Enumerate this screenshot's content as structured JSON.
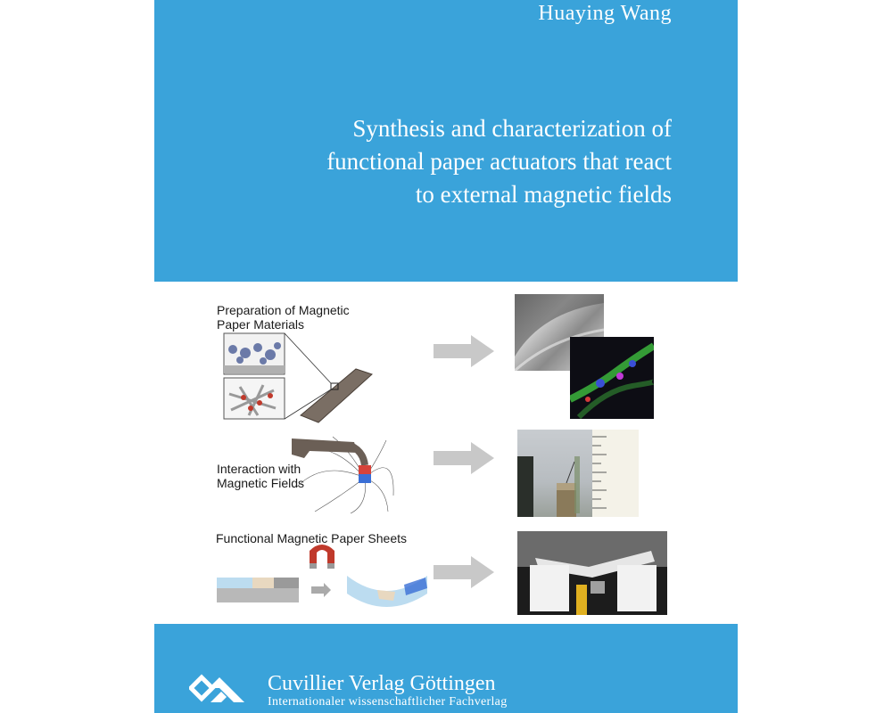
{
  "cover": {
    "author": "Huaying Wang",
    "title_lines": [
      "Synthesis and characterization of",
      "functional paper actuators that react",
      "to external magnetic fields"
    ]
  },
  "figure": {
    "section1_lines": [
      "Preparation of Magnetic",
      "Paper Materials"
    ],
    "section2_lines": [
      "Interaction with",
      "Magnetic Fields"
    ],
    "section3": "Functional Magnetic Paper Sheets"
  },
  "publisher": {
    "name": "Cuvillier Verlag Göttingen",
    "tagline": "Internationaler wissenschaftlicher Fachverlag"
  },
  "colors": {
    "band": "#3aa3da",
    "arrow": "#c8c8c8"
  }
}
